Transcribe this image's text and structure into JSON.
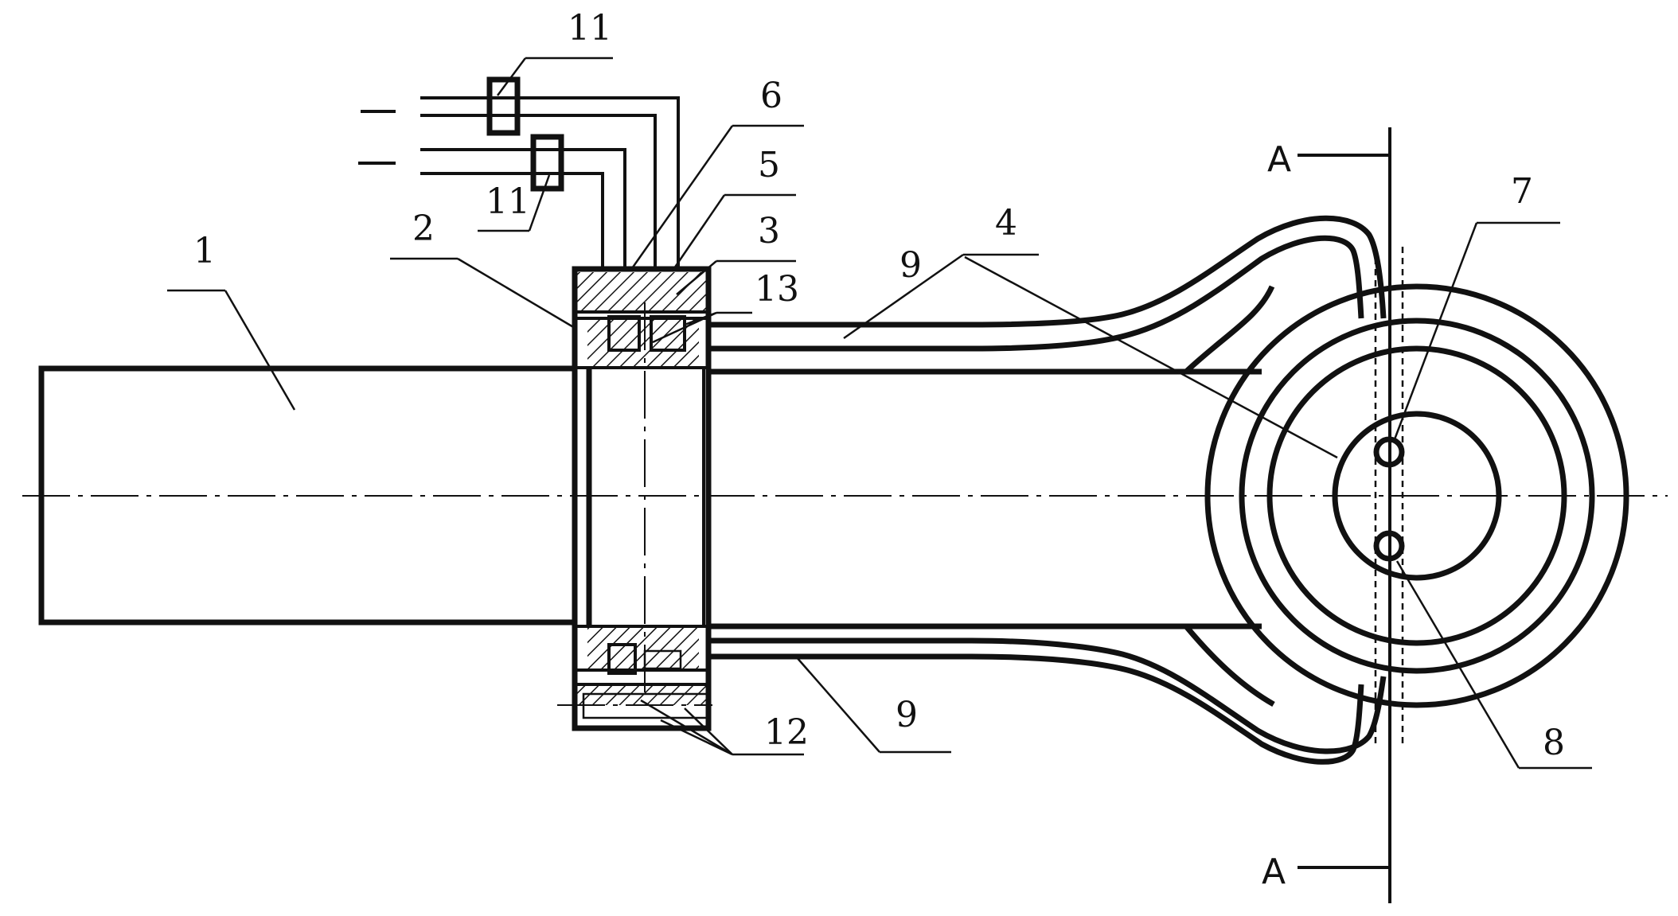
{
  "ink": "#111111",
  "hatch": "#111111",
  "part_labels": {
    "p1": "1",
    "p2": "2",
    "p3": "3",
    "p4": "4",
    "p5": "5",
    "p6": "6",
    "p7": "7",
    "p8": "8",
    "p9_top": "9",
    "p9_bottom": "9",
    "p11_top": "11",
    "p11_bottom": "11",
    "p12": "12",
    "p13": "13"
  },
  "section_labels": {
    "top": "A",
    "bottom": "A"
  }
}
